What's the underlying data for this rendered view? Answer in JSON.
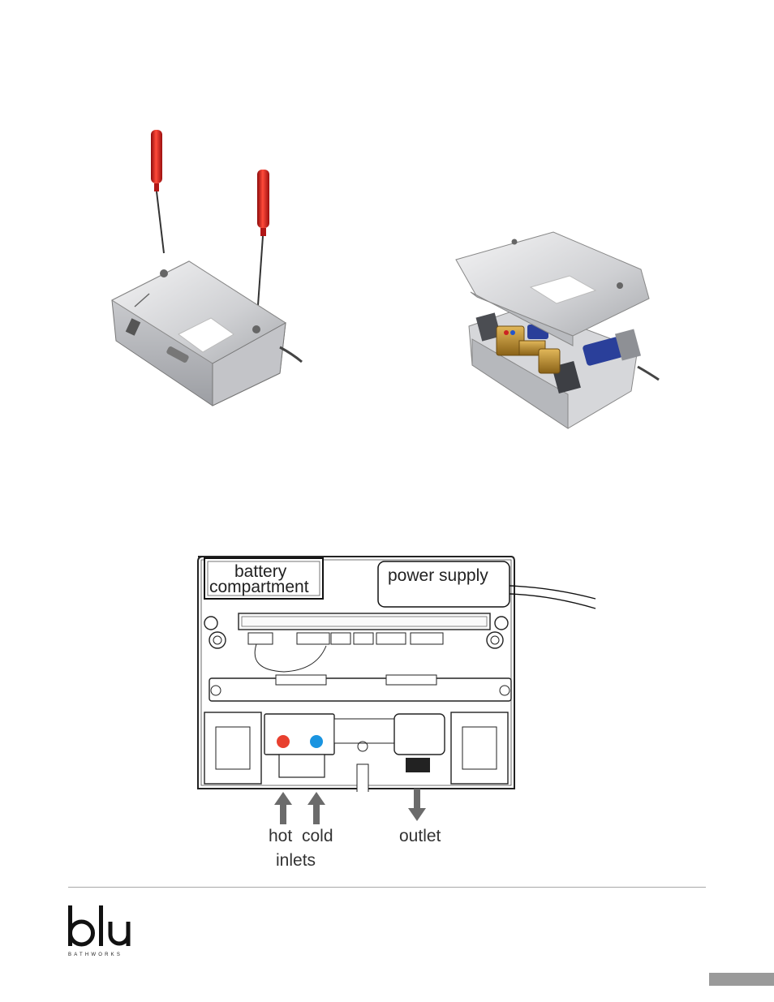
{
  "figure": {
    "labels": {
      "battery_line1": "battery",
      "battery_line2": "compartment",
      "power_supply": "power supply",
      "hot": "hot",
      "cold": "cold",
      "inlets": "inlets",
      "outlet": "outlet"
    },
    "colors": {
      "hot_inlet": "#e8402f",
      "cold_inlet": "#1a94e0",
      "screwdriver_handle": "#d81d1d",
      "brass_valve": "#b98a2e",
      "motor_blue": "#2a3f9a",
      "arrow_gray": "#6b6b6b"
    },
    "icons": [
      "screwdriver-icon",
      "enclosure-closed-illustration",
      "enclosure-open-illustration"
    ]
  },
  "footer": {
    "brand": "blu",
    "tagline": "BATHWORKS"
  }
}
